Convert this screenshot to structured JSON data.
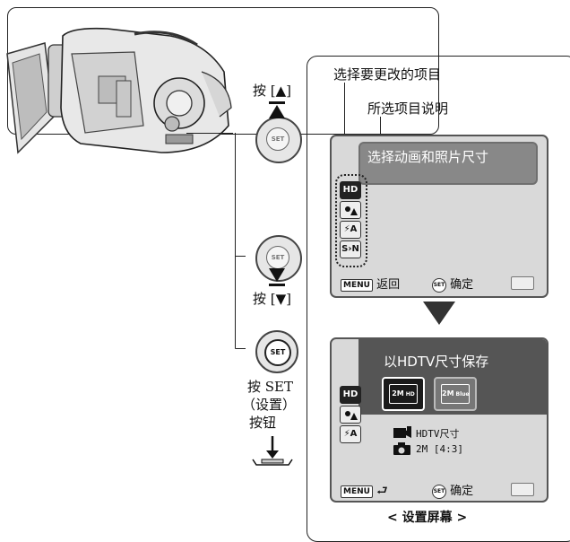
{
  "labels": {
    "select_item": "选择要更改的项目",
    "item_desc": "所选项目说明",
    "press_up": "按 [▲]",
    "press_down": "按 [▼]",
    "press_set": "按 SET",
    "settings_paren": "（设置）",
    "button": "按钮",
    "caption": "< 设置屏幕 >"
  },
  "screen1": {
    "message": "选择动画和照片尺寸",
    "menu_key": "MENU",
    "back": "返回",
    "set_key": "SET",
    "ok": "确定",
    "icons": [
      "HD",
      "",
      "⚡A",
      "S›N"
    ]
  },
  "screen2": {
    "title": "以HDTV尺寸保存",
    "opt1_top": "2M",
    "opt1_bottom": "HD",
    "opt2_top": "2M",
    "opt2_bottom": "Blue",
    "info1": "HDTV尺寸",
    "info2": "2M [4:3]",
    "menu_key": "MENU",
    "set_key": "SET",
    "ok": "确定",
    "icons": [
      "HD",
      "",
      "⚡A"
    ]
  },
  "dial_label": "SET",
  "colors": {
    "screen_bg": "#d9d9d9",
    "msg_bg": "#888888",
    "title_bg": "#555555",
    "selected_icon": "#222222"
  }
}
